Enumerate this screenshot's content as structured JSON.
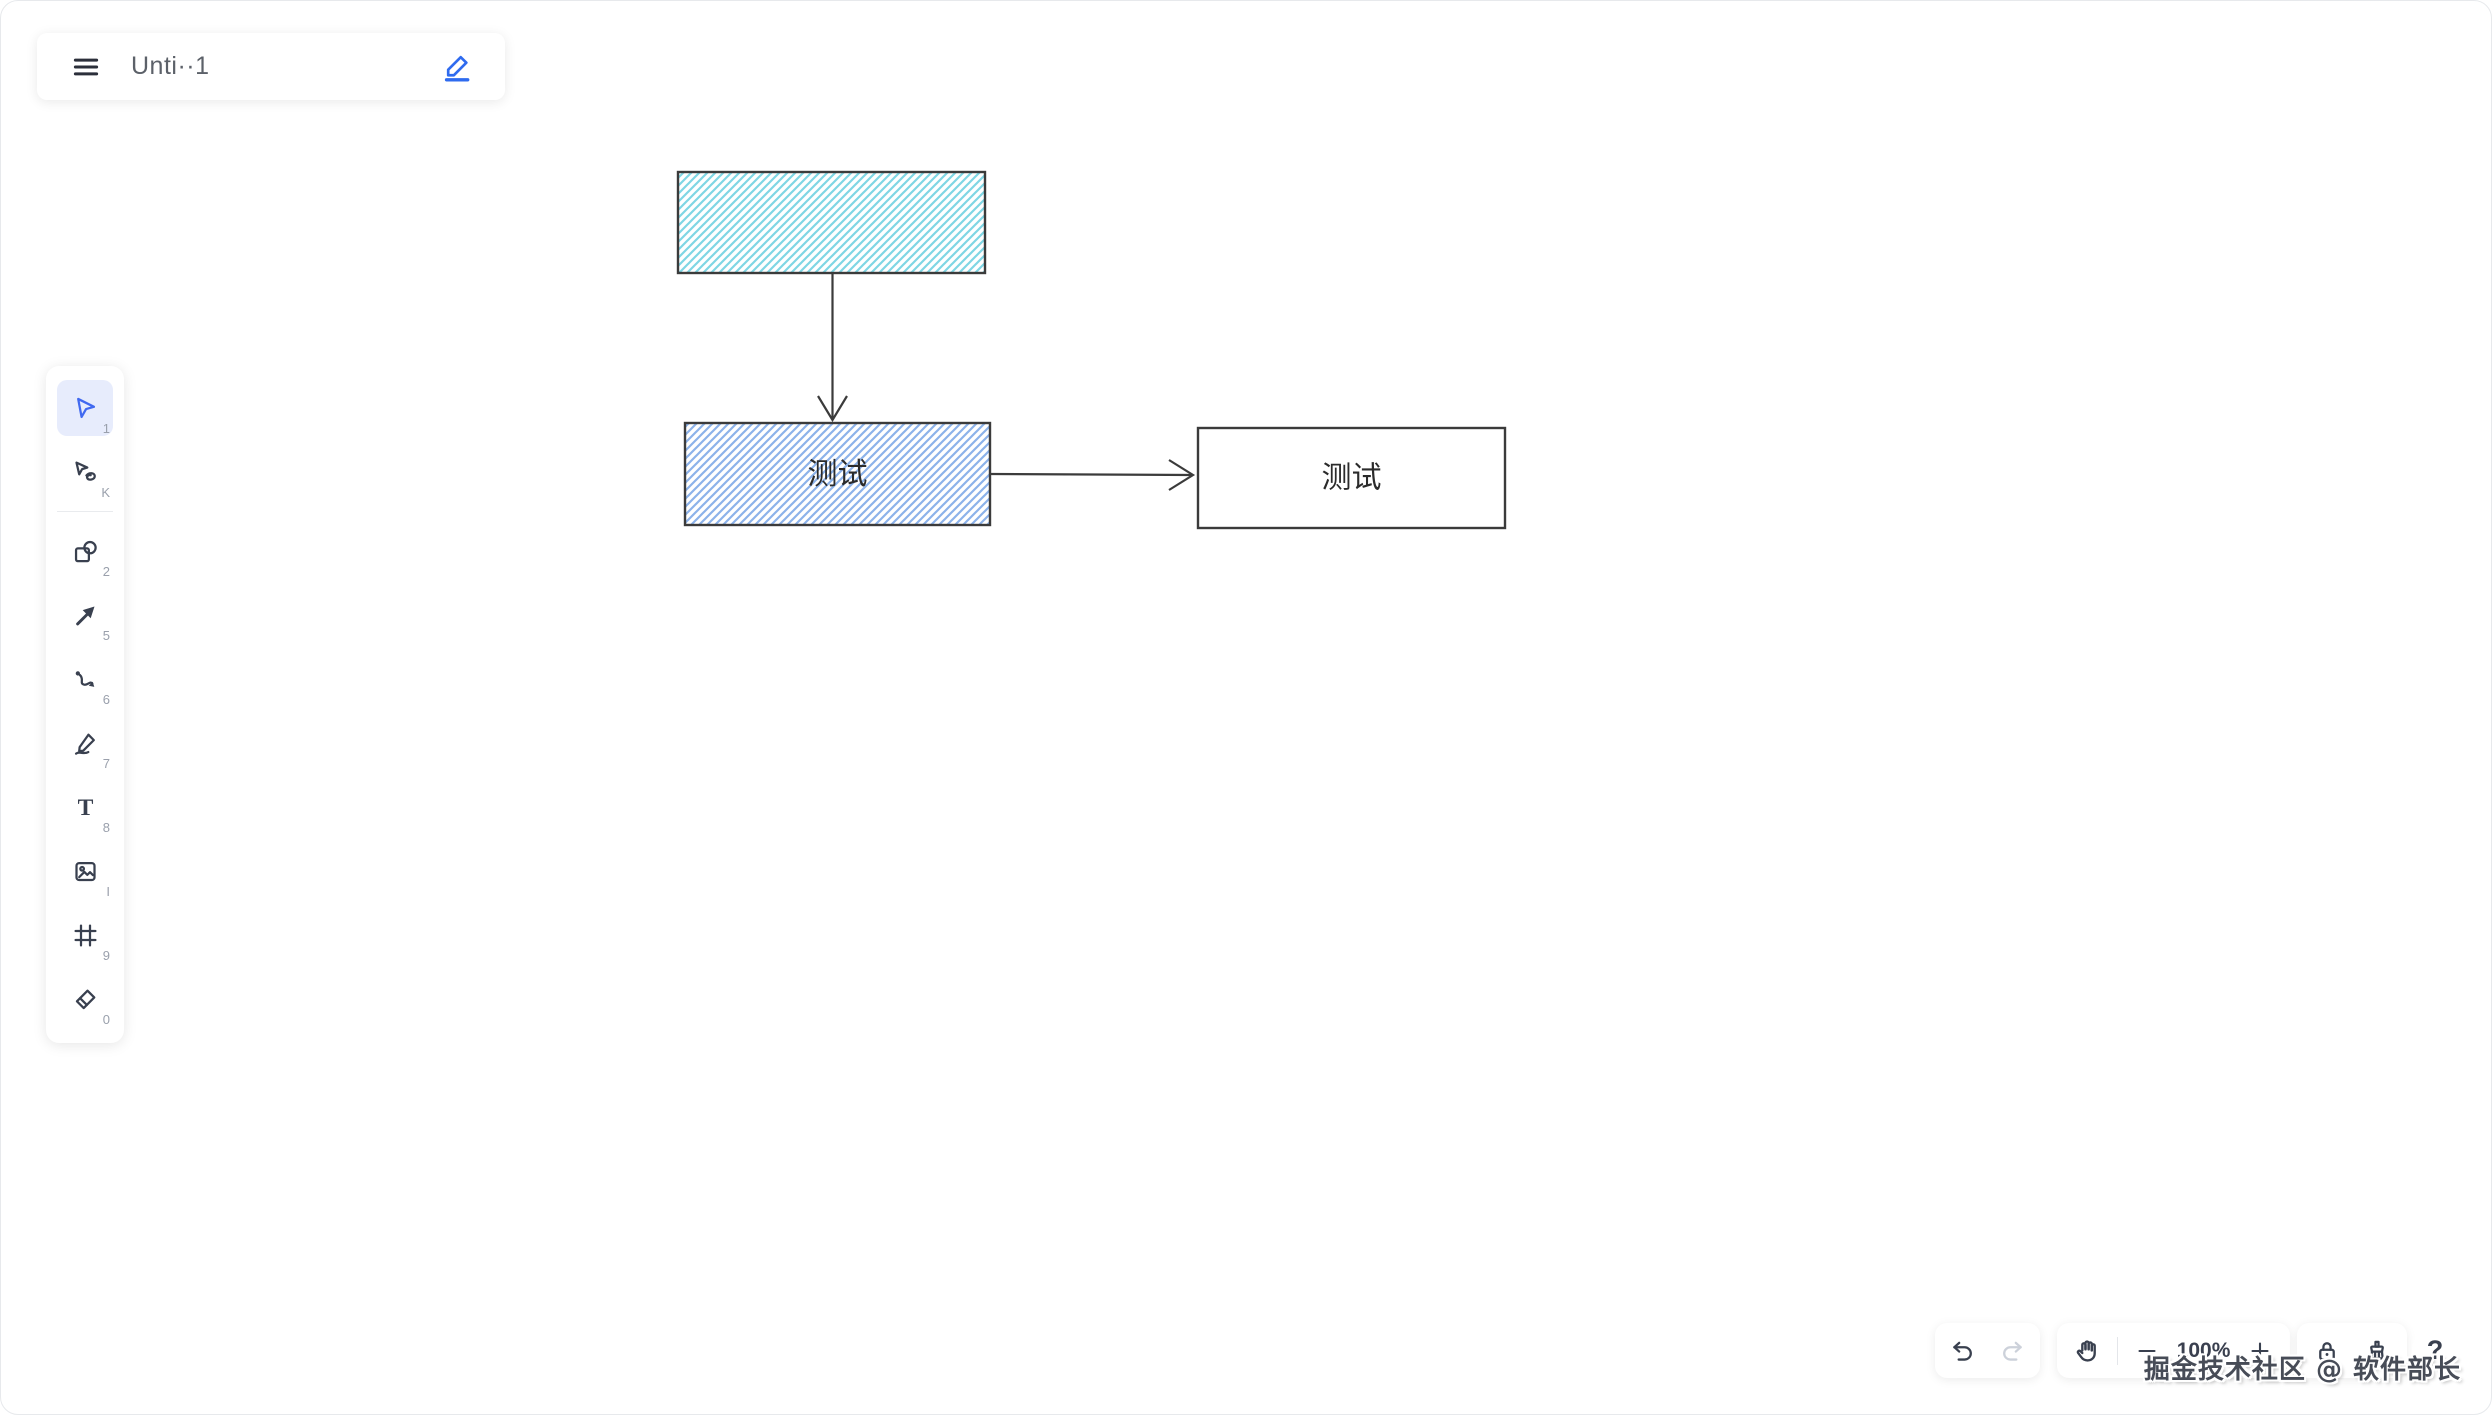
{
  "header": {
    "title": "Unti··1"
  },
  "toolbar": {
    "tools": [
      {
        "name": "selection",
        "icon": "cursor-icon",
        "shortcut": "1",
        "active": true
      },
      {
        "name": "lasso",
        "icon": "lasso-icon",
        "shortcut": "K",
        "active": false
      },
      {
        "name": "shape",
        "icon": "shapes-icon",
        "shortcut": "2",
        "active": false
      },
      {
        "name": "arrow",
        "icon": "arrow-icon",
        "shortcut": "5",
        "active": false
      },
      {
        "name": "connector",
        "icon": "curve-icon",
        "shortcut": "6",
        "active": false
      },
      {
        "name": "draw",
        "icon": "marker-icon",
        "shortcut": "7",
        "active": false
      },
      {
        "name": "text",
        "icon": "text-icon",
        "shortcut": "8",
        "active": false,
        "glyph": "T"
      },
      {
        "name": "image",
        "icon": "image-icon",
        "shortcut": "I",
        "active": false
      },
      {
        "name": "frame",
        "icon": "frame-icon",
        "shortcut": "9",
        "active": false
      },
      {
        "name": "eraser",
        "icon": "eraser-icon",
        "shortcut": "0",
        "active": false
      }
    ]
  },
  "canvas": {
    "nodes": [
      {
        "type": "rectangle",
        "fill": "hatch-cyan",
        "label": ""
      },
      {
        "type": "rectangle",
        "fill": "hatch-blue",
        "label": "测试"
      },
      {
        "type": "rectangle",
        "fill": "white",
        "label": "测试"
      }
    ],
    "connectors": [
      {
        "from": "node-1",
        "to": "node-2",
        "direction": "down"
      },
      {
        "from": "node-2",
        "to": "node-3",
        "direction": "right"
      }
    ],
    "colors": {
      "stroke": "#3b3b3b",
      "hatch_cyan": "#7fd6e4",
      "hatch_blue": "#8cb2ea"
    }
  },
  "footer": {
    "zoom_level": "100%",
    "help_label": "?",
    "undo_enabled": true,
    "redo_enabled": false
  },
  "watermark": {
    "text": "掘金技术社区 @ 软件部长"
  }
}
